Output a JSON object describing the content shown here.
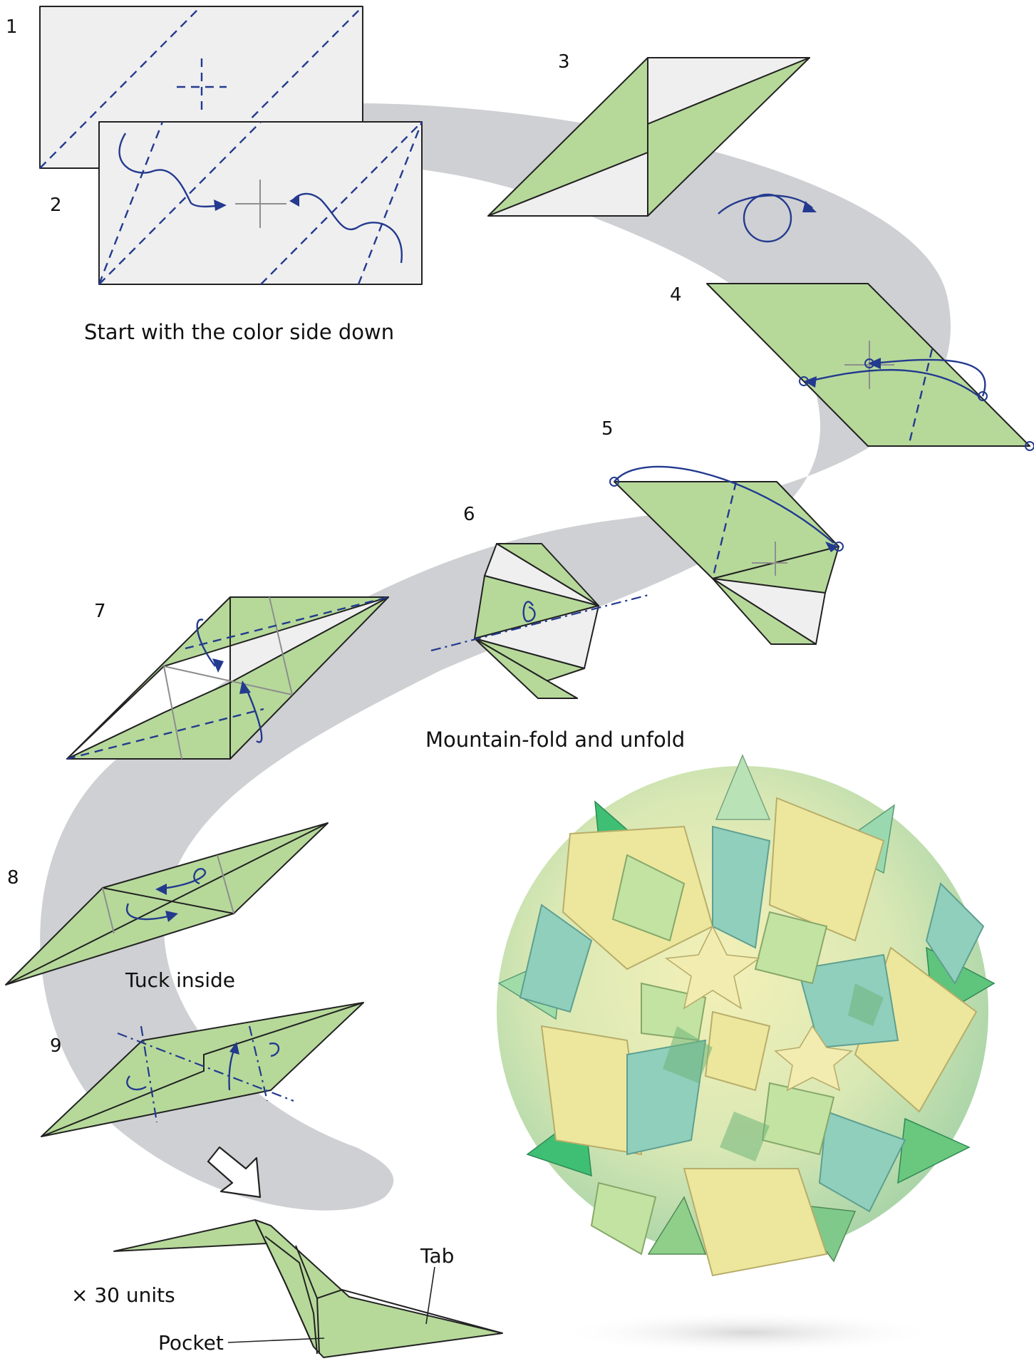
{
  "steps": [
    {
      "number": "1"
    },
    {
      "number": "2"
    },
    {
      "number": "3"
    },
    {
      "number": "4"
    },
    {
      "number": "5"
    },
    {
      "number": "6"
    },
    {
      "number": "7"
    },
    {
      "number": "8"
    },
    {
      "number": "9"
    }
  ],
  "captions": {
    "start": "Start with the color side down",
    "mountain_fold": "Mountain-fold and unfold",
    "tuck": "Tuck inside"
  },
  "final_unit": {
    "count": "× 30 units",
    "tab_label": "Tab",
    "pocket_label": "Pocket"
  },
  "colors": {
    "paper_white": "#efeff0",
    "paper_green": "#b6d99a",
    "fold_lines": "#233a8e",
    "path_band": "#cfd0d3"
  },
  "photo": {
    "subject": "assembled modular kusudama ball",
    "module_colors": [
      "#e9e69a",
      "#9fd0b4",
      "#7fc98a",
      "#c8e6a0"
    ]
  }
}
